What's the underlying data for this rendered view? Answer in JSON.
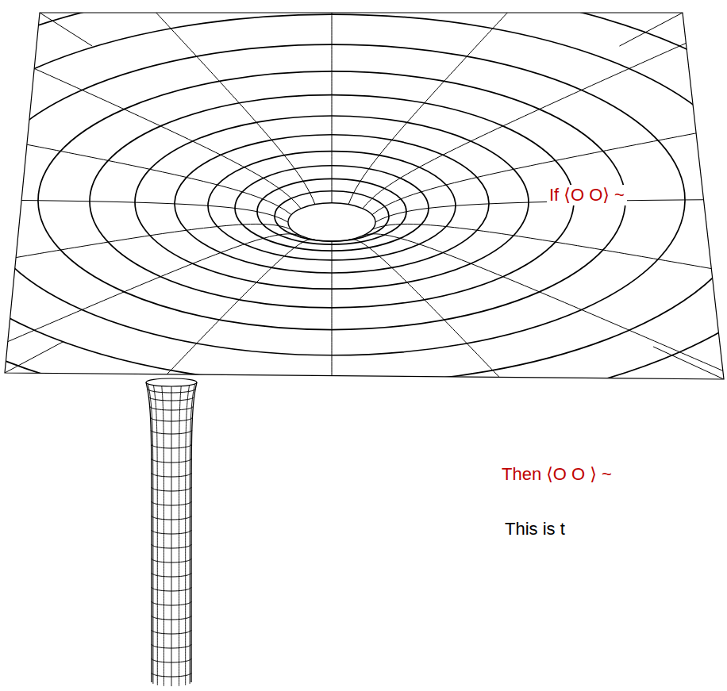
{
  "diagram": {
    "labels": [
      "If ⟨O O⟩ ~",
      "Then ⟨O O ⟩ ~",
      "This is t"
    ]
  }
}
